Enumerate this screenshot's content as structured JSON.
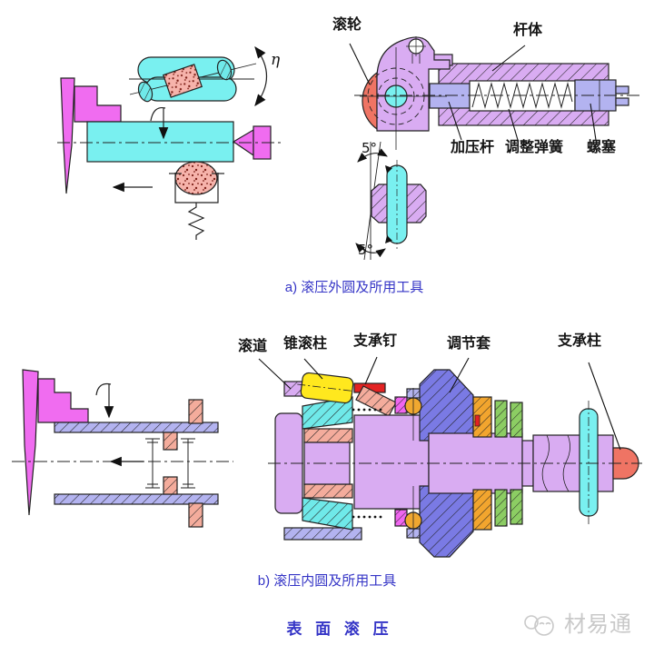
{
  "figure": {
    "caption_a": "a) 滚压外圆及所用工具",
    "caption_b": "b) 滚压内圆及所用工具",
    "title": "表  面  滚  压",
    "watermark": "材易通"
  },
  "labels_a": {
    "roller": "滚轮",
    "rod_body": "杆体",
    "pressure_rod": "加压杆",
    "adjust_spring": "调整弹簧",
    "screw_plug": "螺塞",
    "angle_top": "5°",
    "angle_bottom": "5°",
    "eta": "η"
  },
  "labels_b": {
    "raceway": "滚道",
    "taper_roller": "锥滚柱",
    "support_pin": "支承钉",
    "adjust_sleeve": "调节套",
    "support_column": "支承柱"
  },
  "colors": {
    "workpiece_cyan": "#79F0F0",
    "chuck_magenta": "#F06CF0",
    "body_lavender": "#D9ACF2",
    "rod_periwinkle": "#B3B3F0",
    "roller_red": "#EF7464",
    "speckle_pink": "#F6B3AB",
    "taper_roller_yellow": "#FFE81E",
    "pin_red": "#E32222",
    "ball_orange": "#F0A830",
    "ring_orange": "#F2A52E",
    "ring_green": "#8CCD63",
    "sleeve_blue": "#7A7AE4",
    "caption_blue": "#3434C6",
    "watermark_gray": "#C9C9C9"
  }
}
